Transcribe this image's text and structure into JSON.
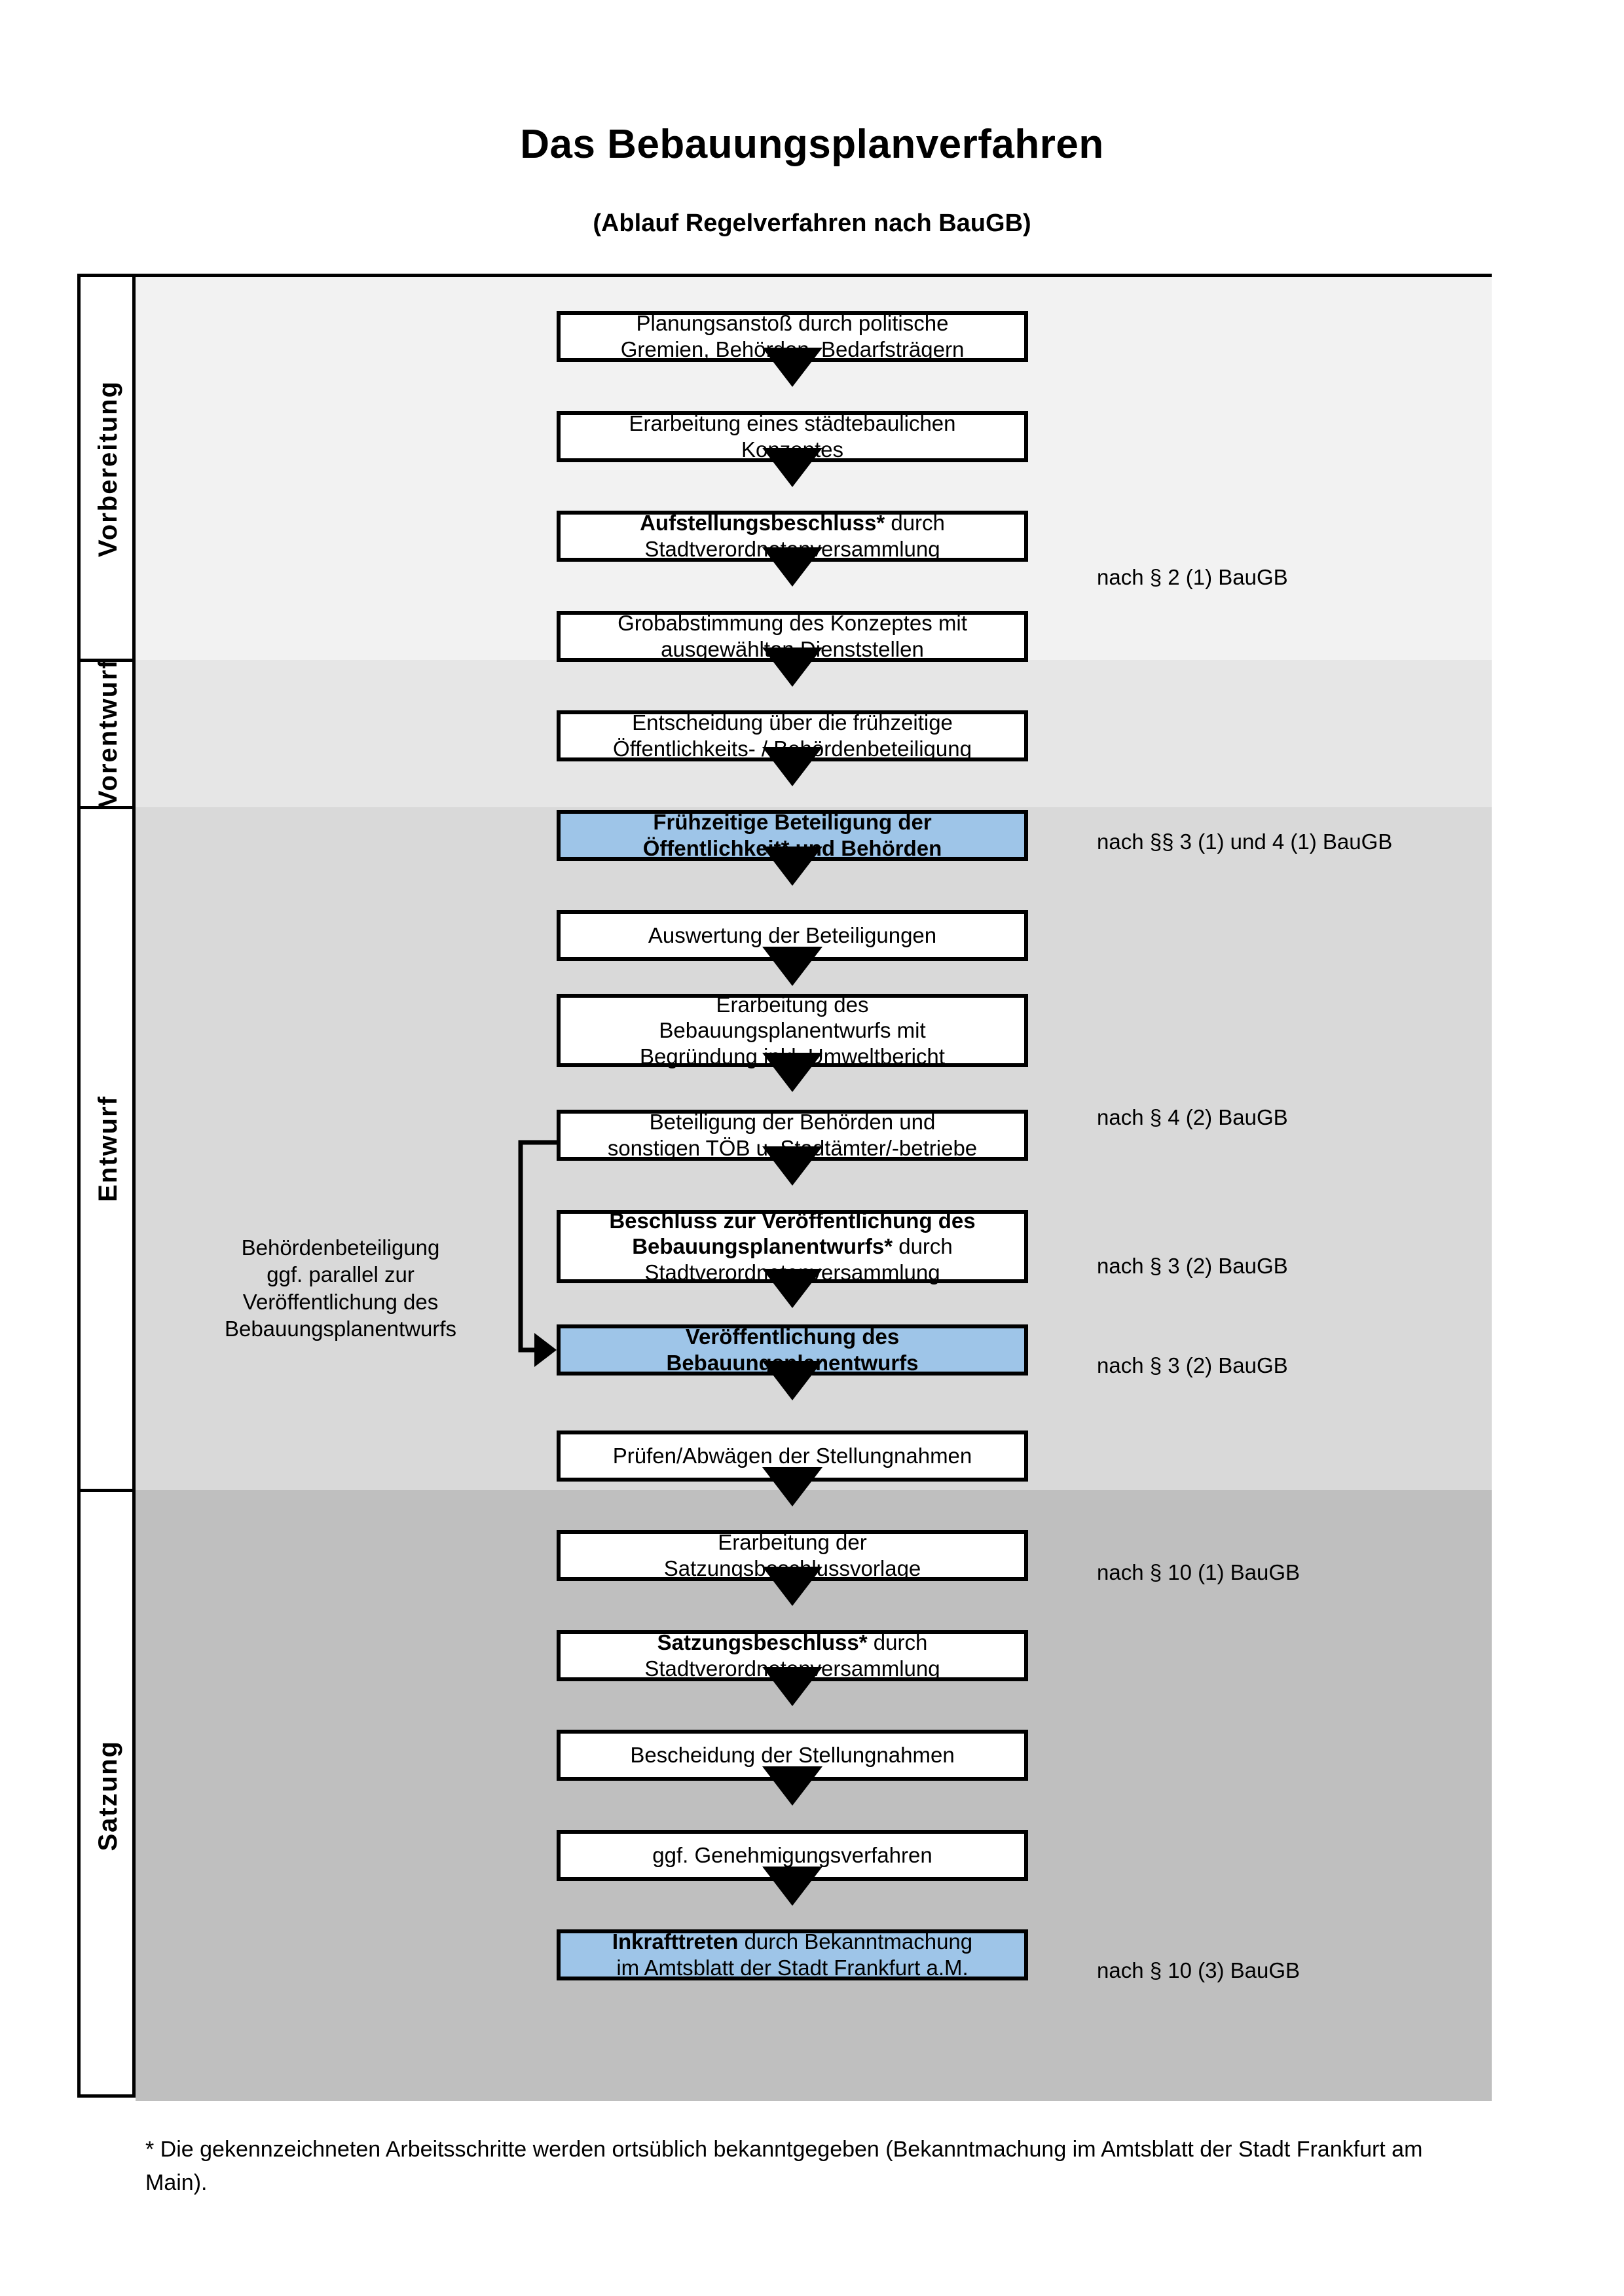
{
  "header": {
    "title": "Das Bebauungsplanverfahren",
    "subtitle": "(Ablauf Regelverfahren nach BauGB)"
  },
  "colors": {
    "band_vorbereitung": "#F2F2F2",
    "band_vorentwurf": "#E6E6E6",
    "band_entwurf": "#D9D9D9",
    "band_satzung": "#BFBFBF",
    "highlight_blue": "#9EC5E8",
    "line": "#000000",
    "box_fill": "#FFFFFF"
  },
  "phases": [
    {
      "label": "Vorbereitung"
    },
    {
      "label": "Vorentwurf"
    },
    {
      "label": "Entwurf"
    },
    {
      "label": "Satzung"
    }
  ],
  "steps": [
    {
      "id": "planungsanstoss",
      "phase": "Vorbereitung",
      "highlight": false,
      "lines": [
        [
          {
            "t": "Planungsanstoß durch politische",
            "b": false
          }
        ],
        [
          {
            "t": "Gremien, Behörden, Bedarfsträgern",
            "b": false
          }
        ]
      ]
    },
    {
      "id": "staedtebauliches-konzept",
      "phase": "Vorbereitung",
      "highlight": false,
      "lines": [
        [
          {
            "t": "Erarbeitung eines städtebaulichen",
            "b": false
          }
        ],
        [
          {
            "t": "Konzeptes",
            "b": false
          }
        ]
      ]
    },
    {
      "id": "aufstellungsbeschluss",
      "phase": "Vorbereitung",
      "highlight": false,
      "lines": [
        [
          {
            "t": "Aufstellungsbeschluss*",
            "b": true
          },
          {
            "t": " durch",
            "b": false
          }
        ],
        [
          {
            "t": "Stadtverordnetenversammlung",
            "b": false
          }
        ]
      ]
    },
    {
      "id": "grobabstimmung",
      "phase": "Vorentwurf",
      "highlight": false,
      "lines": [
        [
          {
            "t": "Grobabstimmung des Konzeptes mit",
            "b": false
          }
        ],
        [
          {
            "t": "ausgewählten Dienststellen",
            "b": false
          }
        ]
      ]
    },
    {
      "id": "entscheidung-fruehzeitige-beteiligung",
      "phase": "Vorentwurf",
      "highlight": false,
      "lines": [
        [
          {
            "t": "Entscheidung über die frühzeitige",
            "b": false
          }
        ],
        [
          {
            "t": "Öffentlichkeits- / Behördenbeteiligung",
            "b": false
          }
        ]
      ]
    },
    {
      "id": "fruehzeitige-beteiligung",
      "phase": "Vorentwurf",
      "highlight": true,
      "lines": [
        [
          {
            "t": "Frühzeitige Beteiligung der",
            "b": true
          }
        ],
        [
          {
            "t": "Öffentlichkeit* und Behörden",
            "b": true
          }
        ]
      ]
    },
    {
      "id": "auswertung-beteiligungen",
      "phase": "Entwurf",
      "highlight": false,
      "lines": [
        [
          {
            "t": "Auswertung der Beteiligungen",
            "b": false
          }
        ]
      ]
    },
    {
      "id": "erarbeitung-bebauungsplanentwurf",
      "phase": "Entwurf",
      "highlight": false,
      "lines": [
        [
          {
            "t": "Erarbeitung des",
            "b": false
          }
        ],
        [
          {
            "t": "Bebauungsplanentwurfs mit",
            "b": false
          }
        ],
        [
          {
            "t": "Begründung inkl. Umweltbericht",
            "b": false
          }
        ]
      ]
    },
    {
      "id": "beteiligung-behoerden-toeb",
      "phase": "Entwurf",
      "highlight": false,
      "lines": [
        [
          {
            "t": "Beteiligung der Behörden und",
            "b": false
          }
        ],
        [
          {
            "t": "sonstigen TÖB u. Stadtämter/-betriebe",
            "b": false
          }
        ]
      ]
    },
    {
      "id": "beschluss-veroeffentlichung",
      "phase": "Entwurf",
      "highlight": false,
      "lines": [
        [
          {
            "t": "Beschluss zur Veröffentlichung des",
            "b": true
          }
        ],
        [
          {
            "t": "Bebauungsplanentwurfs*",
            "b": true
          },
          {
            "t": " durch",
            "b": false
          }
        ],
        [
          {
            "t": "Stadtverordnetenversammlung",
            "b": false
          }
        ]
      ]
    },
    {
      "id": "veroeffentlichung-entwurf",
      "phase": "Entwurf",
      "highlight": true,
      "lines": [
        [
          {
            "t": "Veröffentlichung des",
            "b": true
          }
        ],
        [
          {
            "t": "Bebauungsplanentwurfs",
            "b": true
          }
        ]
      ]
    },
    {
      "id": "pruefen-abwaegen",
      "phase": "Satzung",
      "highlight": false,
      "lines": [
        [
          {
            "t": "Prüfen/Abwägen der Stellungnahmen",
            "b": false
          }
        ]
      ]
    },
    {
      "id": "erarbeitung-satzungsbeschlussvorlage",
      "phase": "Satzung",
      "highlight": false,
      "lines": [
        [
          {
            "t": "Erarbeitung der",
            "b": false
          }
        ],
        [
          {
            "t": "Satzungsbeschlussvorlage",
            "b": false
          }
        ]
      ]
    },
    {
      "id": "satzungsbeschluss",
      "phase": "Satzung",
      "highlight": false,
      "lines": [
        [
          {
            "t": "Satzungsbeschluss*",
            "b": true
          },
          {
            "t": " durch",
            "b": false
          }
        ],
        [
          {
            "t": "Stadtverordnetenversammlung",
            "b": false
          }
        ]
      ]
    },
    {
      "id": "bescheidung-stellungnahmen",
      "phase": "Satzung",
      "highlight": false,
      "lines": [
        [
          {
            "t": "Bescheidung der Stellungnahmen",
            "b": false
          }
        ]
      ]
    },
    {
      "id": "genehmigungsverfahren",
      "phase": "Satzung",
      "highlight": false,
      "lines": [
        [
          {
            "t": "ggf. Genehmigungsverfahren",
            "b": false
          }
        ]
      ]
    },
    {
      "id": "inkrafttreten",
      "phase": "Satzung",
      "highlight": true,
      "lines": [
        [
          {
            "t": "Inkrafttreten",
            "b": true
          },
          {
            "t": " durch Bekanntmachung",
            "b": false
          }
        ],
        [
          {
            "t": "im Amtsblatt der Stadt Frankfurt a.M.",
            "b": false
          }
        ]
      ]
    }
  ],
  "legal_refs": [
    {
      "id": "ref-par2-1",
      "text": "nach § 2 (1) BauGB"
    },
    {
      "id": "ref-par3-1-4-1",
      "text": "nach §§ 3 (1) und 4 (1) BauGB"
    },
    {
      "id": "ref-par4-2",
      "text": "nach § 4 (2) BauGB"
    },
    {
      "id": "ref-par3-2-a",
      "text": "nach § 3 (2) BauGB"
    },
    {
      "id": "ref-par3-2-b",
      "text": "nach § 3 (2) BauGB"
    },
    {
      "id": "ref-par10-1",
      "text": "nach § 10 (1) BauGB"
    },
    {
      "id": "ref-par10-3",
      "text": "nach § 10 (3) BauGB"
    }
  ],
  "sidenote": {
    "lines": [
      "Behördenbeteiligung",
      "ggf. parallel zur",
      "Veröffentlichung des",
      "Bebauungsplanentwurfs"
    ]
  },
  "footnote": {
    "text": "* Die gekennzeichneten Arbeitsschritte werden ortsüblich bekanntgegeben (Bekanntmachung im Amtsblatt  der Stadt Frankfurt am Main)."
  }
}
